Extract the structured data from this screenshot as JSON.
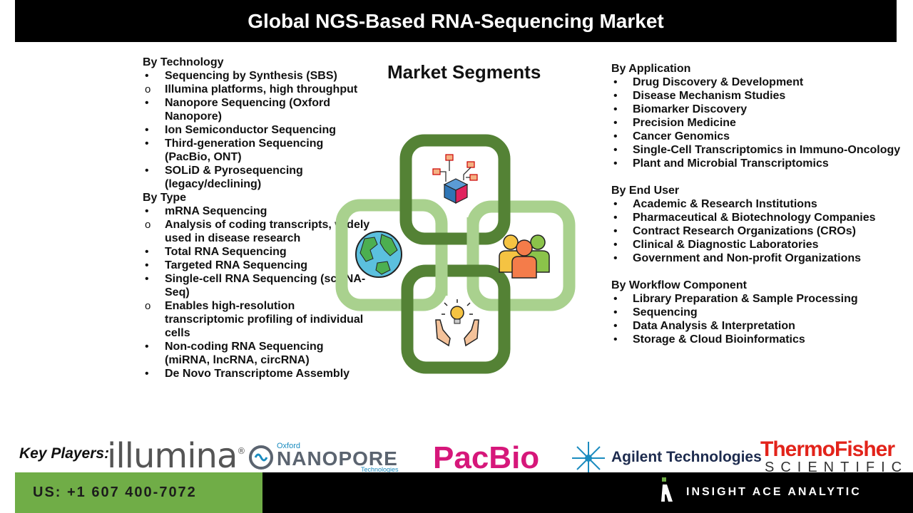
{
  "title": "Global NGS-Based RNA-Sequencing Market",
  "segments_title": "Market Segments",
  "by_technology": {
    "heading": "By Technology",
    "items": [
      {
        "bullet": "•",
        "text": "Sequencing by Synthesis (SBS)"
      },
      {
        "bullet": "o",
        "text": "Illumina platforms, high throughput"
      },
      {
        "bullet": "•",
        "text": "Nanopore Sequencing (Oxford Nanopore)"
      },
      {
        "bullet": "•",
        "text": "Ion Semiconductor Sequencing"
      },
      {
        "bullet": "•",
        "text": "Third-generation Sequencing (PacBio, ONT)"
      },
      {
        "bullet": "•",
        "text": "SOLiD & Pyrosequencing (legacy/declining)"
      }
    ]
  },
  "by_type": {
    "heading": "By Type",
    "items": [
      {
        "bullet": "•",
        "text": "mRNA Sequencing"
      },
      {
        "bullet": "o",
        "text": "Analysis of coding transcripts, widely used in disease research"
      },
      {
        "bullet": "•",
        "text": "Total RNA Sequencing"
      },
      {
        "bullet": "•",
        "text": "Targeted RNA Sequencing"
      },
      {
        "bullet": "•",
        "text": "Single-cell RNA Sequencing (scRNA-Seq)"
      },
      {
        "bullet": "o",
        "text": "Enables high-resolution transcriptomic profiling of individual cells"
      },
      {
        "bullet": "•",
        "text": "Non-coding RNA Sequencing (miRNA, lncRNA, circRNA)"
      },
      {
        "bullet": "•",
        "text": "De Novo Transcriptome Assembly"
      }
    ]
  },
  "by_application": {
    "heading": "By  Application",
    "items": [
      "Drug Discovery & Development",
      "Disease Mechanism Studies",
      "Biomarker Discovery",
      "Precision Medicine",
      "Cancer Genomics",
      "Single-Cell Transcriptomics in Immuno-Oncology",
      "Plant and Microbial Transcriptomics"
    ]
  },
  "by_end_user": {
    "heading": "By End User",
    "items": [
      "Academic & Research Institutions",
      "Pharmaceutical & Biotechnology Companies",
      "Contract Research Organizations (CROs)",
      "Clinical & Diagnostic Laboratories",
      "Government and Non-profit Organizations"
    ]
  },
  "by_workflow": {
    "heading": "By Workflow Component",
    "items": [
      "Library Preparation & Sample Processing",
      "Sequencing",
      "Data Analysis & Interpretation",
      "Storage & Cloud Bioinformatics"
    ]
  },
  "key_players_label": "Key Players:",
  "logos": {
    "illumina": "illumina",
    "nanopore_oxford": "Oxford",
    "nanopore_main": "NANOPORE",
    "nanopore_tech": "Technologies",
    "pacbio": "PacBio",
    "agilent": "Agilent Technologies",
    "thermo_top": "ThermoFisher",
    "thermo_bottom": "SCIENTIFIC"
  },
  "footer": {
    "phone": "US: +1 607 400-7072",
    "brand": "INSIGHT ACE ANALYTIC"
  },
  "colors": {
    "dark_green": "#548235",
    "light_green": "#a9d18e",
    "footer_green": "#70ad47"
  },
  "icons": [
    "network-cube-icon",
    "globe-icon",
    "people-group-icon",
    "idea-hands-icon"
  ]
}
